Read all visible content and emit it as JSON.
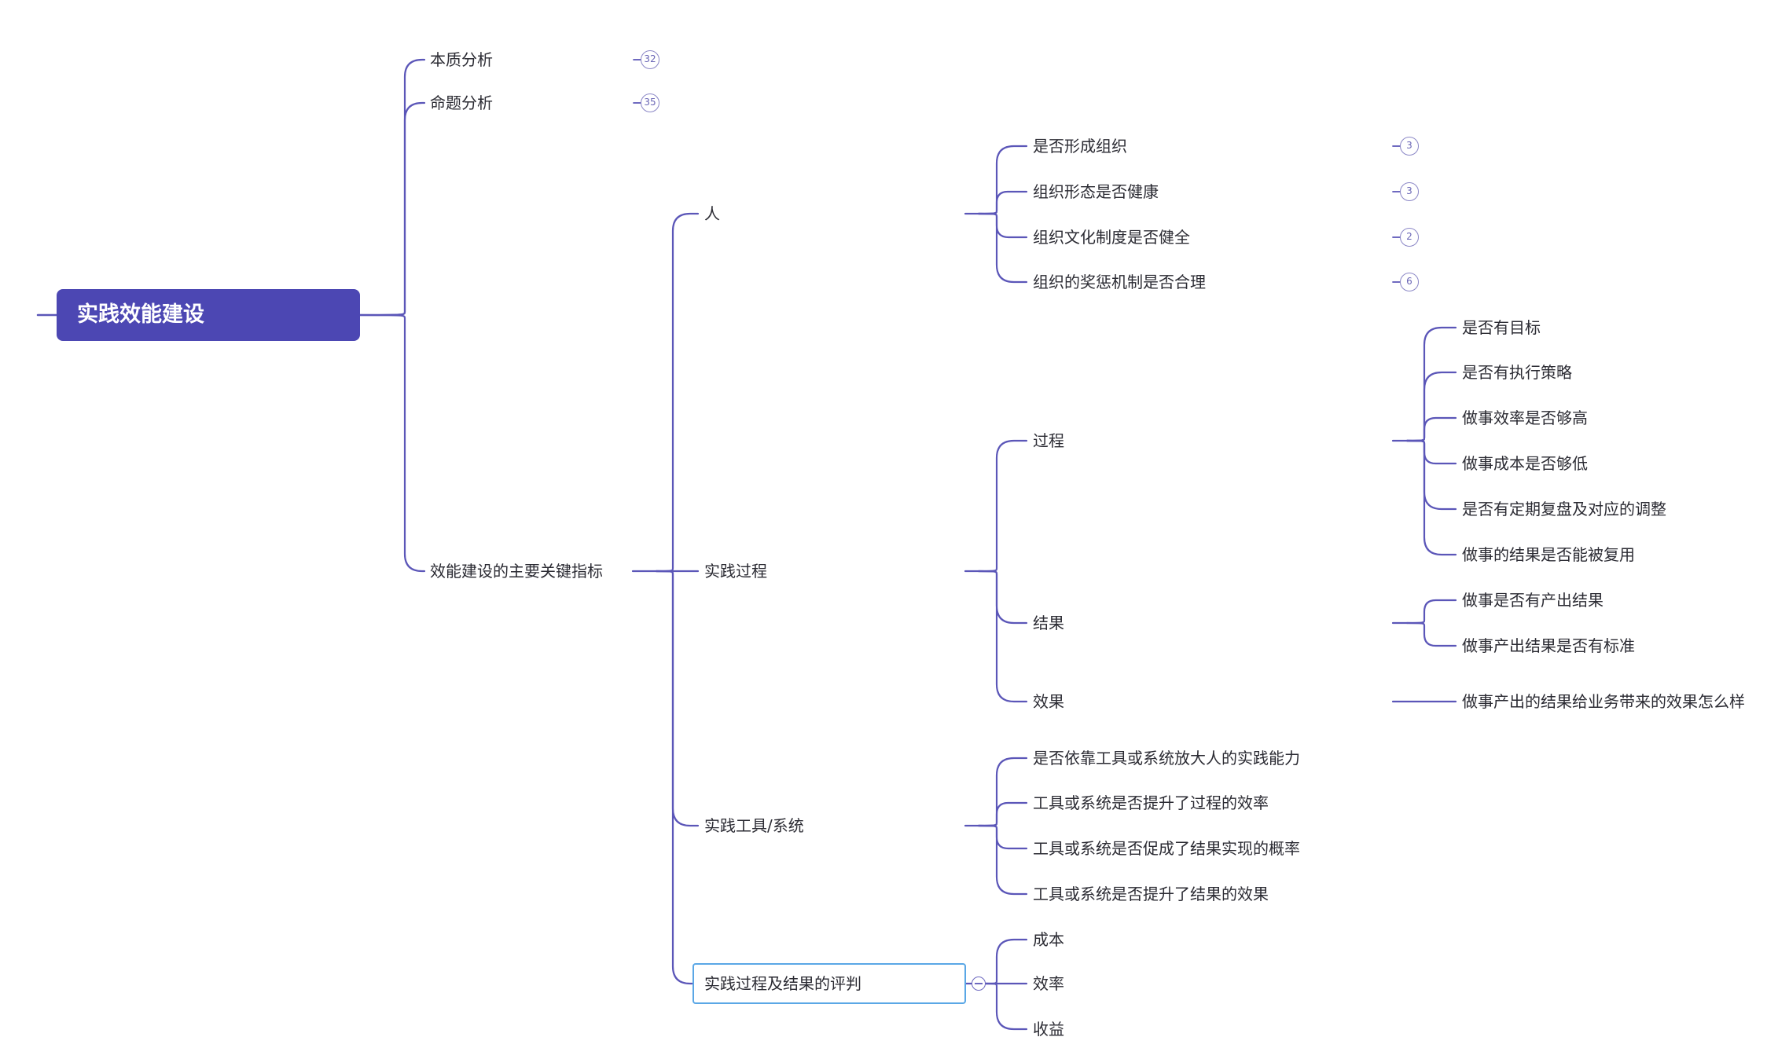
{
  "root": {
    "label": "实践效能建设"
  },
  "branches": {
    "essence": {
      "label": "本质分析",
      "count": "32"
    },
    "proposition": {
      "label": "命题分析",
      "count": "35"
    },
    "indicators": {
      "label": "效能建设的主要关键指标",
      "people": {
        "label": "人",
        "items": [
          {
            "label": "是否形成组织",
            "count": "3"
          },
          {
            "label": "组织形态是否健康",
            "count": "3"
          },
          {
            "label": "组织文化制度是否健全",
            "count": "2"
          },
          {
            "label": "组织的奖惩机制是否合理",
            "count": "6"
          }
        ]
      },
      "practice": {
        "label": "实践过程",
        "process": {
          "label": "过程",
          "items": [
            "是否有目标",
            "是否有执行策略",
            "做事效率是否够高",
            "做事成本是否够低",
            "是否有定期复盘及对应的调整",
            "做事的结果是否能被复用"
          ]
        },
        "result": {
          "label": "结果",
          "items": [
            "做事是否有产出结果",
            "做事产出结果是否有标准"
          ]
        },
        "effect": {
          "label": "效果",
          "items": [
            "做事产出的结果给业务带来的效果怎么样"
          ]
        }
      },
      "tools": {
        "label": "实践工具/系统",
        "items": [
          "是否依靠工具或系统放大人的实践能力",
          "工具或系统是否提升了过程的效率",
          "工具或系统是否促成了结果实现的概率",
          "工具或系统是否提升了结果的效果"
        ]
      },
      "evaluation": {
        "label": "实践过程及结果的评判",
        "items": [
          "成本",
          "效率",
          "收益"
        ]
      }
    }
  },
  "colors": {
    "line": "#5b56b8",
    "root_bg": "#4c47b3",
    "selected_border": "#5aa7e6"
  }
}
